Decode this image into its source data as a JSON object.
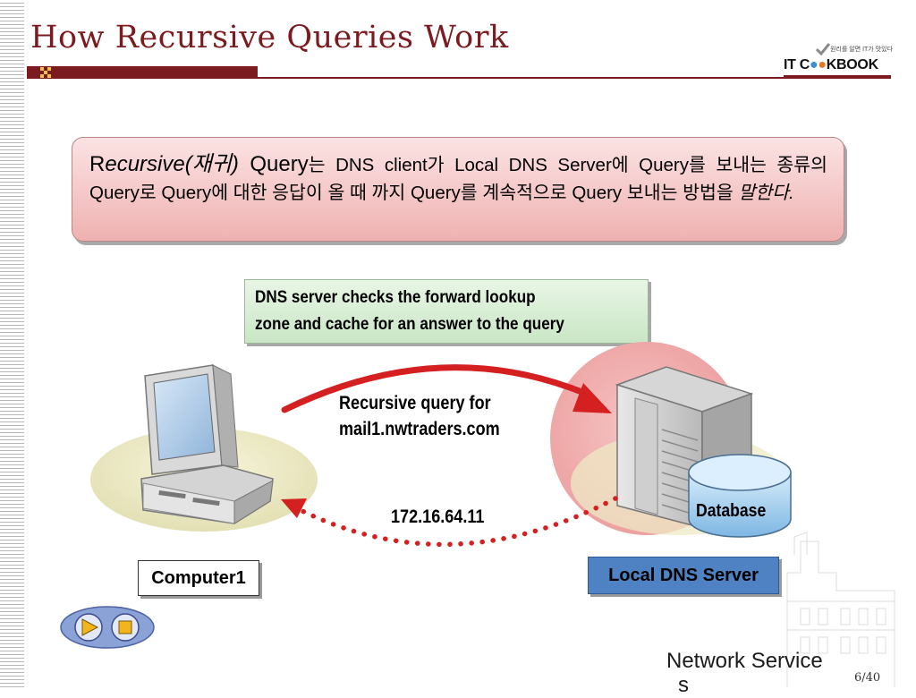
{
  "slide": {
    "title": "How Recursive Queries Work",
    "brand_tagline": "원리를 알면 IT가 맛있다",
    "brand_prefix": "IT C",
    "brand_o1": "●",
    "brand_o2": "●",
    "brand_suffix": "KBOOK"
  },
  "definition": {
    "term_first": "R",
    "term_rest": "ecursive(재귀)",
    "term_word": " Query",
    "text": "는  DNS client가  Local DNS Server에  Query를 보내는 종류의  Query로  Query에  대한 응답이 올 때 까지 Query를 계속적으로 Query 보내는 방법을 ",
    "text_end": "말한다."
  },
  "diagram": {
    "note": "DNS server checks the forward lookup zone and cache for an answer to the query",
    "note_line1": "DNS server checks the forward lookup",
    "note_line2": "zone and cache for an answer to the query",
    "query_label_line1": "Recursive query for",
    "query_label_line2": "mail1.nwtraders.com",
    "answer_label": "172.16.64.11",
    "database_label": "Database",
    "client_label": "Computer1",
    "server_label": "Local DNS Server"
  },
  "controls": {
    "play_icon": "play-icon",
    "stop_icon": "stop-icon"
  },
  "footer": {
    "course": "Network Service",
    "course_cont": "s",
    "page": "6/40"
  },
  "colors": {
    "title": "#7b1a1f",
    "arrow": "#d42020",
    "server_label_bg": "#4f82c3"
  }
}
